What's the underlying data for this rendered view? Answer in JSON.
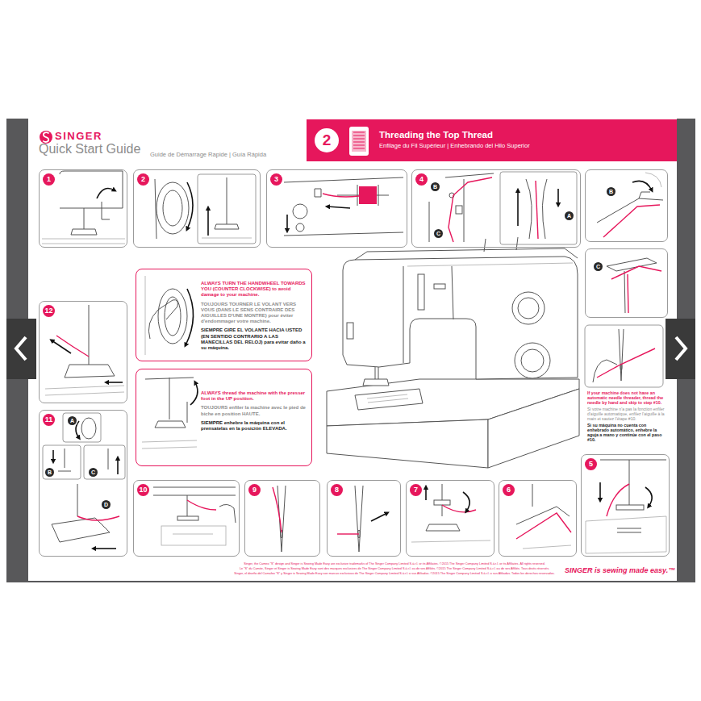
{
  "diagram": {
    "title": "Quick Start Guide",
    "nodes": [
      {
        "text": [
          "2",
          "Threading the Top Thread",
          "Enfilage du Fil Supérieur | Enhebrando del Hilo Superior"
        ]
      },
      {
        "text": [
          "1"
        ]
      },
      {
        "text": [
          "2"
        ]
      },
      {
        "text": [
          "3"
        ]
      },
      {
        "text": [
          "4"
        ]
      },
      {
        "text": [
          "B"
        ]
      },
      {
        "text": [
          "C"
        ]
      },
      {
        "text": [
          "ALWAYS TURN THE HANDWHEEL TOWARDS YOU (COUNTER CLOCKWISE) to avoid damage to your machine.",
          "TOUJOURS TOURNER LE VOLANT VERS VOUS (DANS LE SENS CONTRAIRE DES AIGUILLES D'UNE MONTRE) pour éviter d'endommager votre machine.",
          "SIEMPRE GIRE EL VOLANTE HACIA USTED (EN SENTIDO CONTRARIO A LAS MANECILLAS DEL RELOJ) para evitar daño a su máquina."
        ]
      },
      {
        "text": [
          "12"
        ]
      },
      {
        "text": [
          "ALWAYS thread the machine with the presser foot in the UP position.",
          "TOUJOURS enfiler la machine avec le pied de biche en position HAUTE.",
          "SIEMPRE enhebre la máquina con el prensatelas en la posición ELEVADA."
        ]
      },
      {
        "text": [
          "11"
        ]
      },
      {
        "text": [
          "5"
        ]
      },
      {
        "text": [
          "10"
        ]
      },
      {
        "text": [
          "9"
        ]
      },
      {
        "text": [
          "8"
        ]
      },
      {
        "text": [
          "7"
        ]
      },
      {
        "text": [
          "6"
        ]
      }
    ],
    "labels": [
      "SINGER",
      "Guide de Démarrage Rapide | Guía Rápida",
      "A",
      "B",
      "C",
      "A",
      "B",
      "C",
      "D",
      "If your machine does not have an automatic needle threader, thread the needle by hand and skip to step #10.",
      "Si votre machine n'a pas la fonction enfiler d'aiguille automatique, enfilez l'aiguille à la main et sautez l'étape #10.",
      "Si su máquina no cuenta con enhebrado automático, enhebre la aguja a mano y continúe con el paso #10.",
      "Singer, the Cameo \"S\" design and Singer is Sewing Made Easy are exclusive trademarks of The Singer Company Limited S.à.r.l. or its Affiliates. ©2015 The Singer Company Limited S.à.r.l. or its Affiliates. All rights reserved.",
      "Le \"S\" du Camée, Singer et Singer is Sewing Made Easy sont des marques exclusives de The Singer Company Limited S.à.r.l. ou de ses Affiliés. ©2015 The Singer Company Limited S.à.r.l. ou de ses Affiliés. Tous droits réservés.",
      "Singer, el diseño del Camafeo \"S\" y Singer is Sewing Made Easy son marcas exclusivas de The Singer Company Limited S.à.r.l. o sus Afiliadas. ©2015 The Singer Company Limited S.à.r.l. o sus Afiliadas. Todos los derechos reservados.",
      "SINGER is sewing made easy.™"
    ]
  }
}
